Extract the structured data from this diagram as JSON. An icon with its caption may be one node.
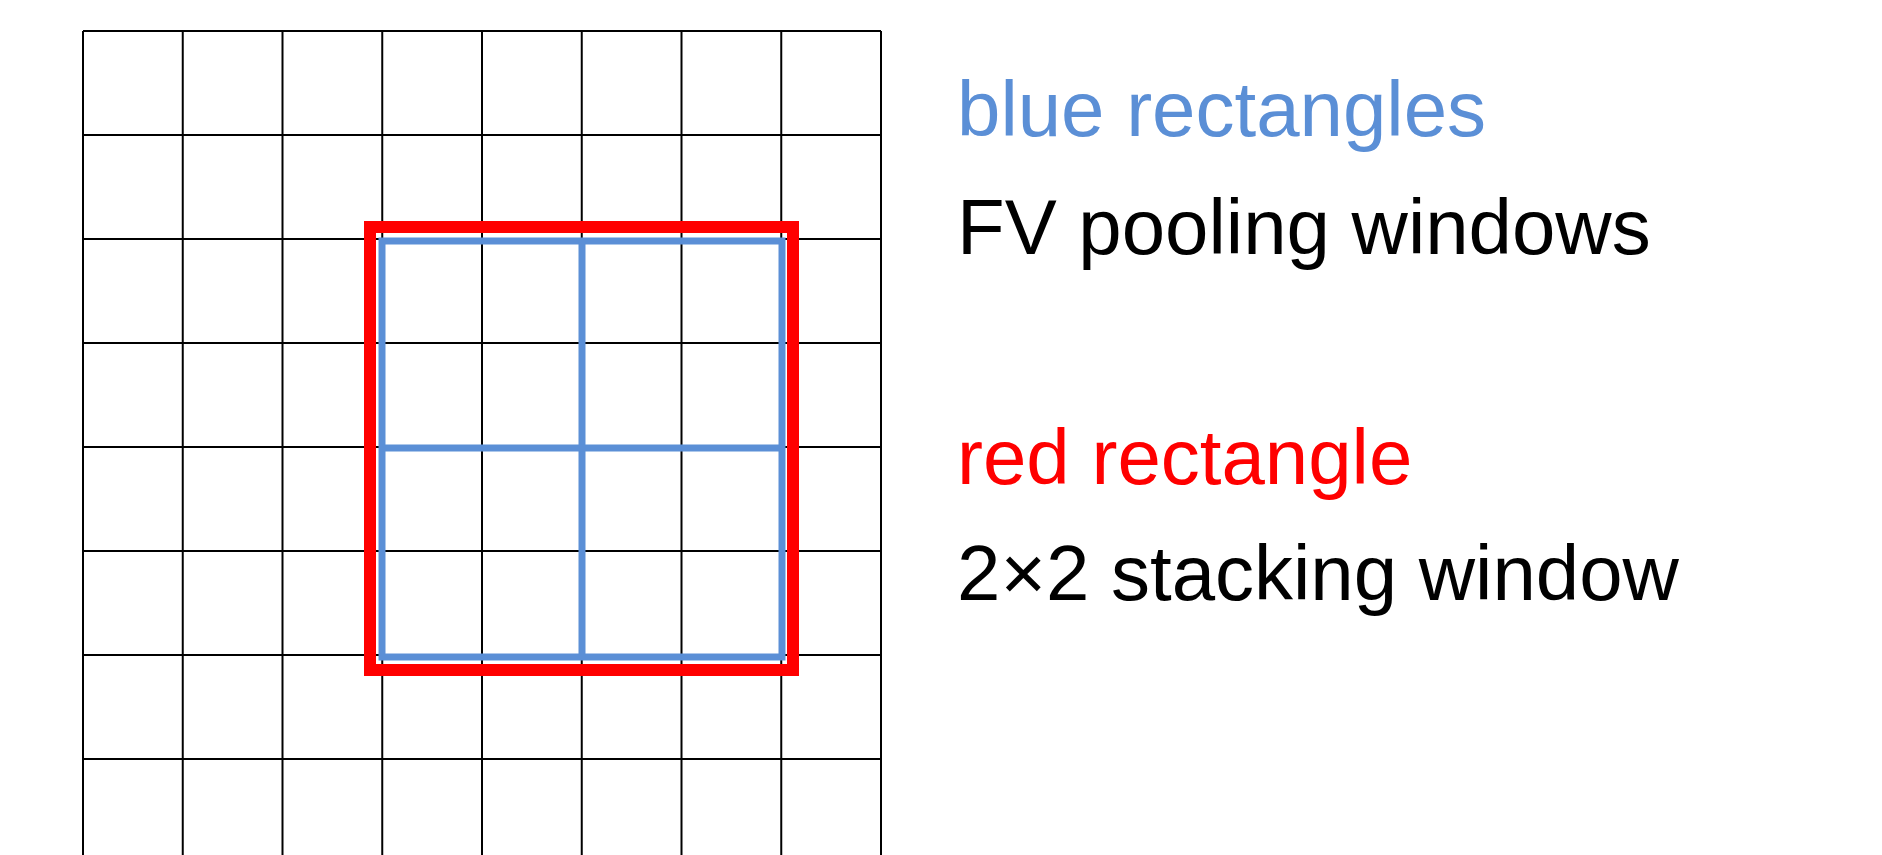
{
  "diagram": {
    "labels": [
      "blue rectangles",
      "FV pooling windows",
      "red rectangle",
      "2×2 stacking window"
    ]
  }
}
